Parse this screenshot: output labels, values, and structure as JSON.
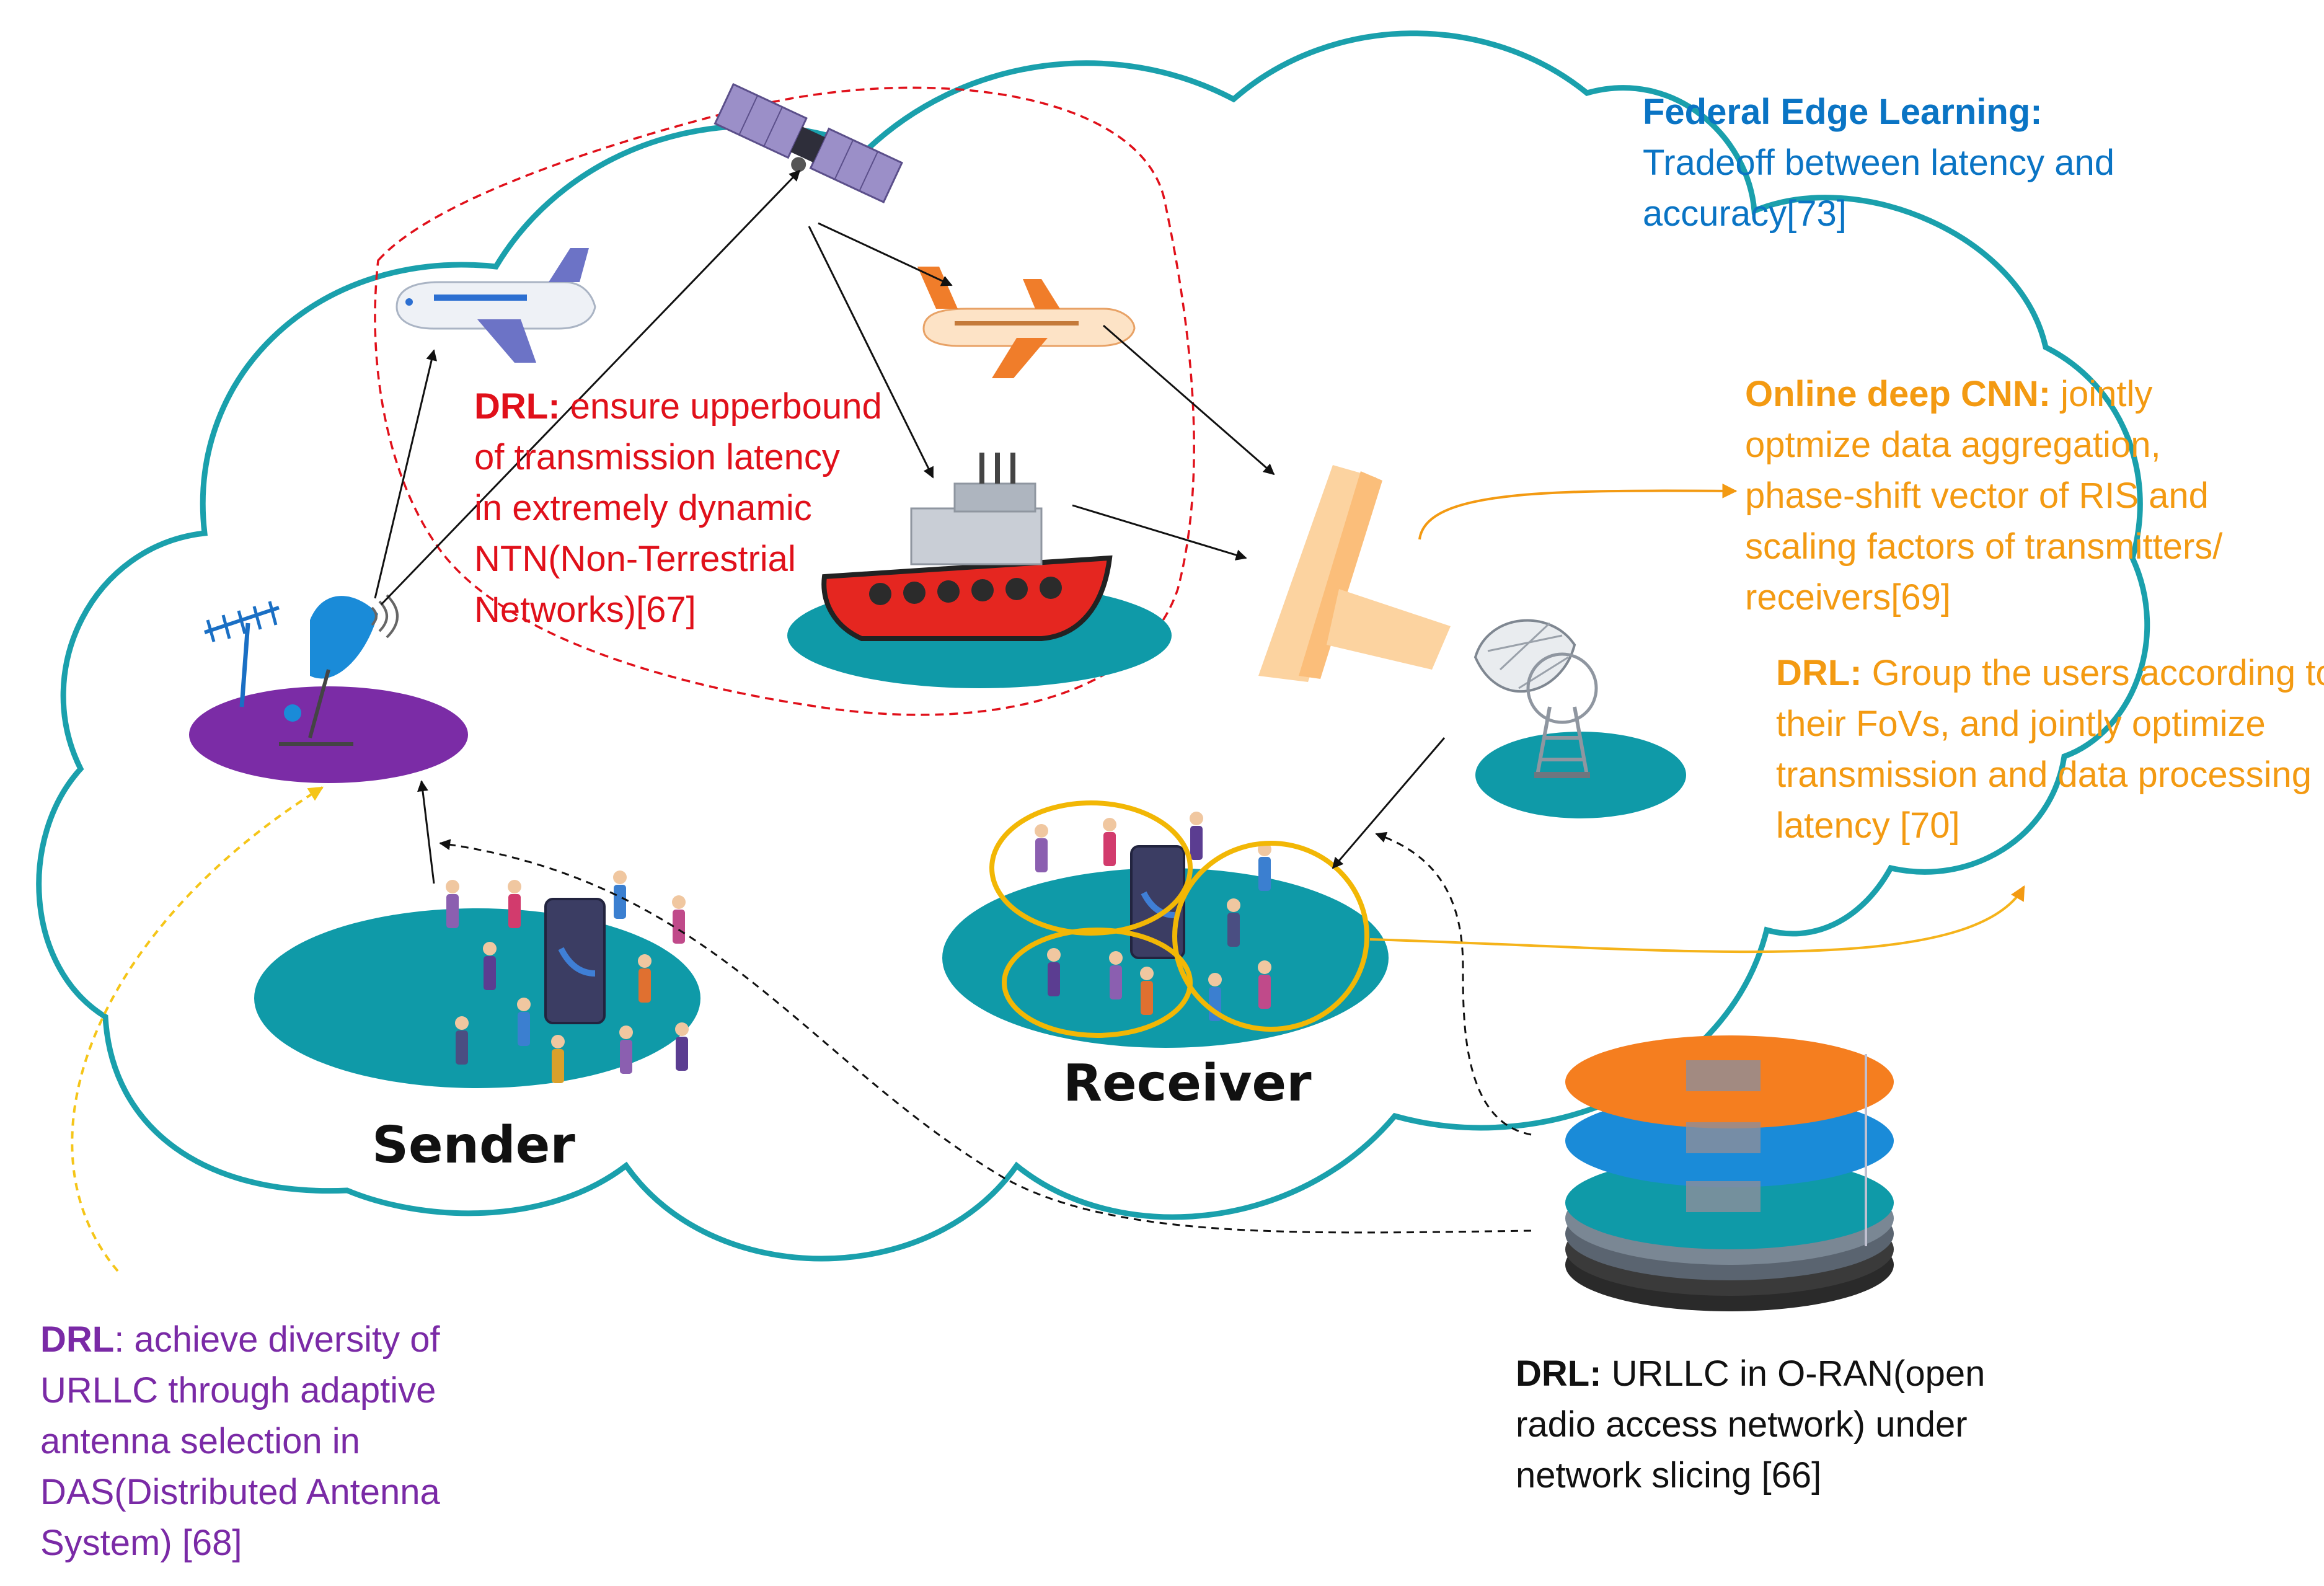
{
  "colors": {
    "cloud": "#1aa0ac",
    "teal_disk": "#0f9aa8",
    "purple_disk": "#7b2ca6",
    "red_text": "#e0101a",
    "blue_text": "#0a74c4",
    "orange_text": "#f39a12",
    "purple_text": "#7a2aa6",
    "black_text": "#111111",
    "yellow_ring": "#f2b705"
  },
  "labels": {
    "sender": "Sender",
    "receiver": "Receiver"
  },
  "notes": {
    "federal": {
      "title": "Federal Edge Learning:",
      "lines": [
        "Tradeoff between latency and",
        "accuracy[73]"
      ]
    },
    "drl_ntn": {
      "title": "DRL:",
      "first": " ensure upperbound",
      "lines": [
        "of transmission latency",
        "in extremely dynamic",
        "NTN(Non-Terrestrial",
        "Networks)[67]"
      ]
    },
    "online_cnn": {
      "title": "Online deep CNN:",
      "first": " jointly",
      "lines": [
        "optmize data aggregation,",
        "phase-shift vector of RIS and",
        "scaling factors of transmitters/",
        "receivers[69]"
      ]
    },
    "drl_fov": {
      "title": "DRL:",
      "first": " Group the users according to",
      "lines": [
        "their FoVs, and jointly optimize",
        "transmission and data processing",
        "latency [70]"
      ]
    },
    "drl_das": {
      "title": "DRL",
      "first": ": achieve diversity of",
      "lines": [
        "URLLC through  adaptive",
        "antenna  selection in",
        "DAS(Distributed Antenna",
        "System) [68]"
      ]
    },
    "drl_oran": {
      "title": "DRL:",
      "first": "  URLLC in O-RAN(open",
      "lines": [
        "radio access network) under",
        "network slicing  [66]"
      ]
    }
  },
  "icons": [
    "satellite-icon",
    "airplane-icon",
    "ship-icon",
    "ris-panel-icon",
    "dish-antenna-icon",
    "tv-antenna-icon",
    "oran-stack-icon",
    "smartphone-icon",
    "people-icon"
  ]
}
